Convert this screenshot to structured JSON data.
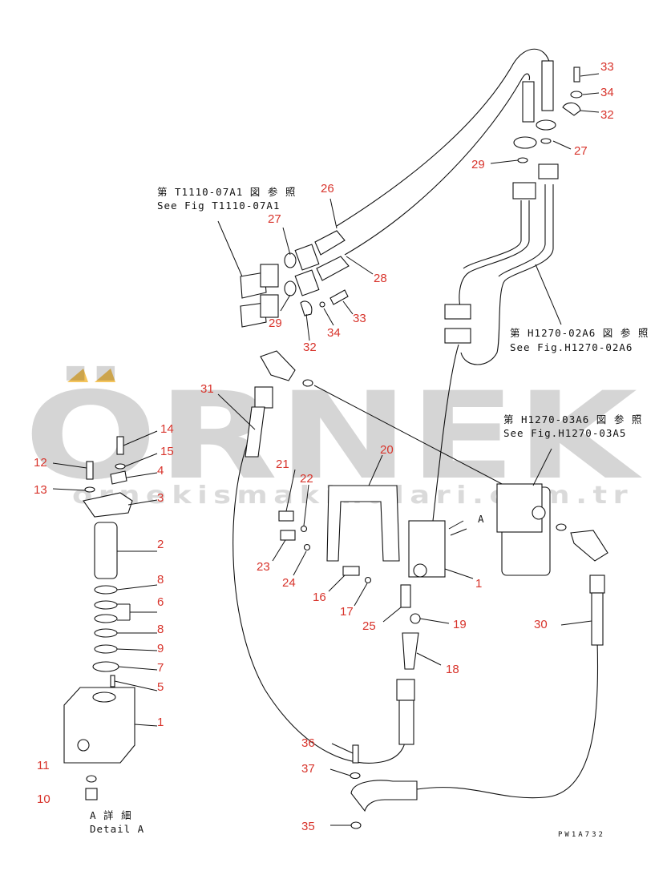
{
  "watermark": {
    "brand": "ÖRNEK",
    "site": "ornekismakinalari.com.tr",
    "accent_color": "#f2b733"
  },
  "references": [
    {
      "id": "ref-t1110-jp",
      "text": "第 T1110-07A1 図 参 照"
    },
    {
      "id": "ref-t1110-en",
      "text": "See Fig T1110-07A1"
    },
    {
      "id": "ref-h1270-02-jp",
      "text": "第 H1270-02A6 図 参 照"
    },
    {
      "id": "ref-h1270-02-en",
      "text": "See Fig.H1270-02A6"
    },
    {
      "id": "ref-h1270-03-jp",
      "text": "第 H1270-03A6 図 参 照"
    },
    {
      "id": "ref-h1270-03-en",
      "text": "See Fig.H1270-03A5"
    }
  ],
  "detail": {
    "marker": "A",
    "title_jp": "A 詳 細",
    "title_en": "Detail A"
  },
  "drawing_code": "PW1A732",
  "callouts": [
    "33",
    "34",
    "32",
    "27",
    "29",
    "26",
    "27",
    "28",
    "29",
    "33",
    "34",
    "32",
    "31",
    "14",
    "15",
    "4",
    "12",
    "13",
    "3",
    "2",
    "8",
    "6",
    "8",
    "9",
    "7",
    "5",
    "1",
    "11",
    "10",
    "21",
    "22",
    "20",
    "23",
    "24",
    "16",
    "17",
    "1",
    "25",
    "19",
    "18",
    "30",
    "36",
    "37",
    "35"
  ]
}
